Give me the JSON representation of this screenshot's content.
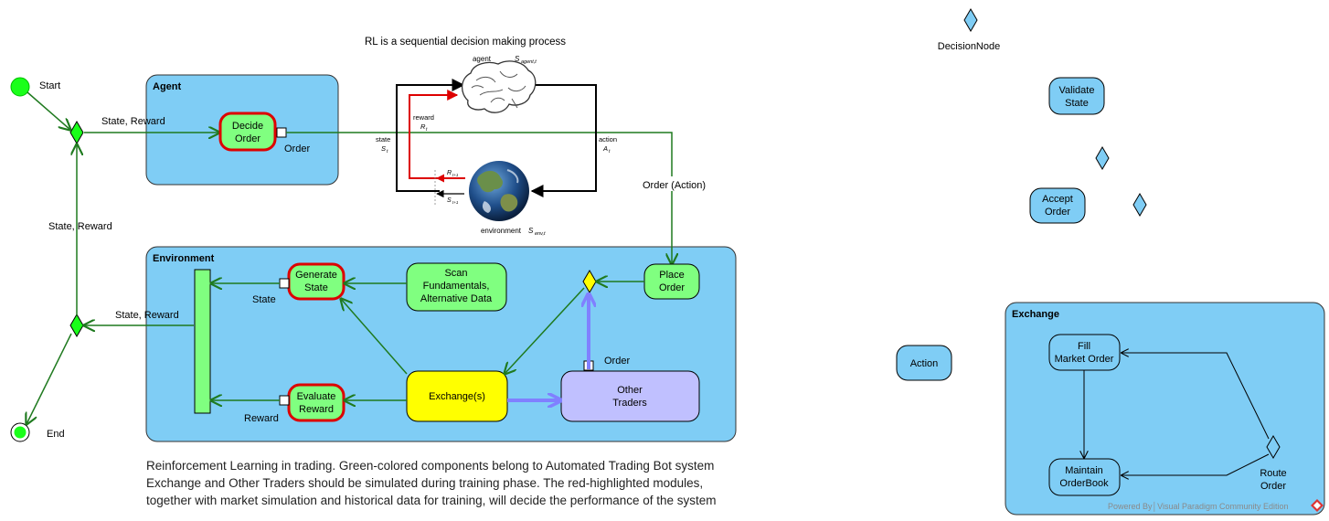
{
  "rl_title": "RL is a sequential decision making process",
  "agent_panel": {
    "agent_label": "agent",
    "agent_symbol": "S",
    "agent_subscript": "agent,t",
    "env_label": "environment",
    "env_symbol": "S",
    "env_subscript": "env,t",
    "state_label": "state",
    "state_symbol": "S",
    "state_subscript": "t",
    "reward_label": "reward",
    "reward_symbol": "R",
    "reward_subscript": "t",
    "action_label": "action",
    "action_symbol": "A",
    "action_subscript": "t",
    "next_reward_symbol": "R",
    "next_reward_subscript": "t+1",
    "next_state_symbol": "S",
    "next_state_subscript": "t+1"
  },
  "nodes": {
    "start": "Start",
    "end": "End",
    "decide_order": [
      "Decide",
      "Order"
    ],
    "generate_state": [
      "Generate",
      "State"
    ],
    "scan": [
      "Scan",
      "Fundamentals,",
      "Alternative Data"
    ],
    "place_order": [
      "Place",
      "Order"
    ],
    "evaluate_reward": [
      "Evaluate",
      "Reward"
    ],
    "exchanges": "Exchange(s)",
    "other_traders": [
      "Other",
      "Traders"
    ],
    "validate_state": [
      "Validate",
      "State"
    ],
    "accept_order": [
      "Accept",
      "Order"
    ],
    "action": "Action",
    "fill_market_order": [
      "Fill",
      "Market Order"
    ],
    "maintain_orderbook": [
      "Maintain",
      "OrderBook"
    ],
    "route_order": [
      "Route",
      "Order"
    ],
    "decision_node": "DecisionNode"
  },
  "containers": {
    "agent": "Agent",
    "environment": "Environment",
    "exchange": "Exchange"
  },
  "edge_labels": {
    "state_reward_top": "State, Reward",
    "state_reward_left": "State, Reward",
    "state_reward_bottom": "State, Reward",
    "order_pin": "Order",
    "order_action": "Order (Action)",
    "state_pin": "State",
    "reward_pin": "Reward",
    "order_traders": "Order"
  },
  "caption": [
    "Reinforcement Learning in trading. Green-colored components belong to Automated Trading Bot system",
    "Exchange and Other Traders should be simulated during training phase. The red-highlighted modules,",
    "together with market simulation and historical data for training, will decide the performance of the system"
  ],
  "watermark": "Powered By│Visual Paradigm Community Edition",
  "colors": {
    "container_fill": "#7fcdf5",
    "node_green": "#80ff80",
    "node_yellow": "#ffff00",
    "node_purple": "#c0c0ff",
    "highlight_red": "#dd0000",
    "edge_green": "#1f7a1f",
    "edge_purple": "#8080ff"
  }
}
